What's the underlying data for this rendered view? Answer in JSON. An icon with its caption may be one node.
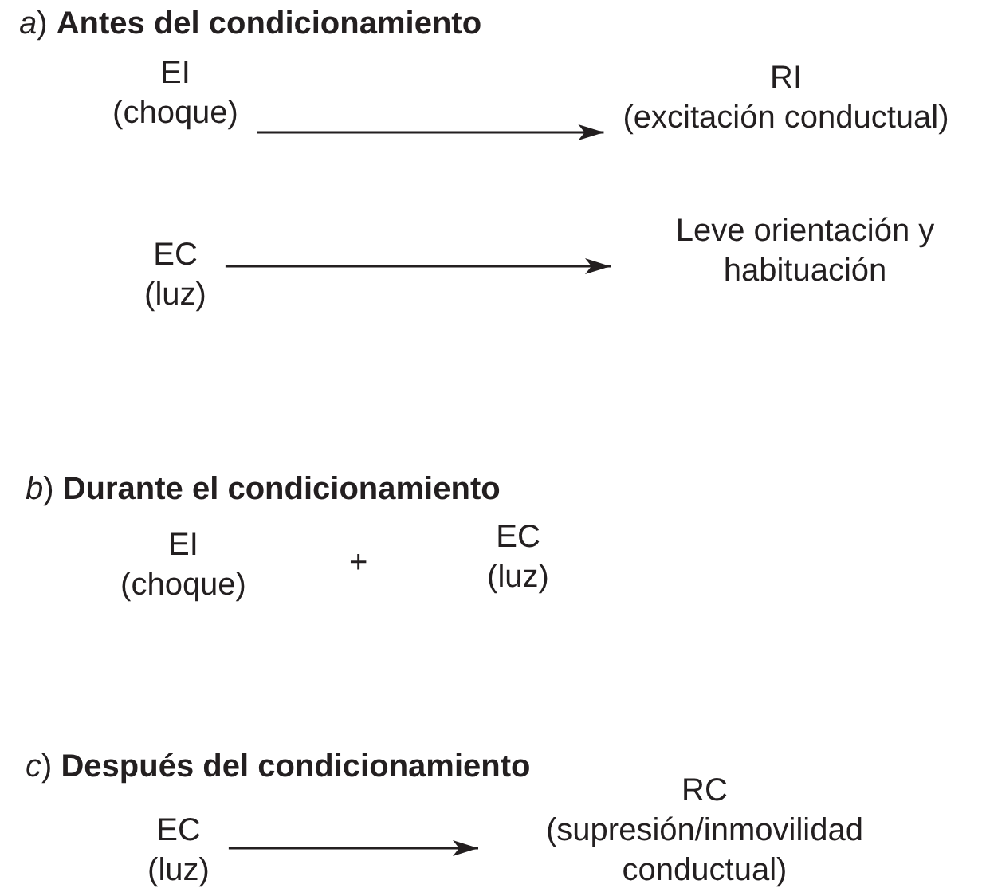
{
  "diagram": {
    "nodes": [
      {
        "text": [
          "EI",
          "(choque)"
        ]
      },
      {
        "text": [
          "RI",
          "(excitación conductual)"
        ]
      },
      {
        "text": [
          "EC",
          "(luz)"
        ]
      },
      {
        "text": [
          "Leve orientación y habituación"
        ]
      },
      {
        "text": [
          "EI",
          "(choque)"
        ]
      },
      {
        "text": [
          "EC",
          "(luz)"
        ]
      },
      {
        "text": [
          "EC",
          "(luz)"
        ]
      },
      {
        "text": [
          "RC",
          "(supresión/inmovilidad conductual)"
        ]
      }
    ],
    "edges": [
      {
        "from": 0,
        "to": 1,
        "arrow": "to"
      },
      {
        "from": 2,
        "to": 3,
        "arrow": "to"
      },
      {
        "from": 6,
        "to": 7,
        "arrow": "to"
      }
    ],
    "labels": [
      "*a*) **Antes del condicionamiento**",
      "*b*) **Durante el condicionamiento**",
      "+",
      "*c*) **Después del condicionamiento**"
    ]
  }
}
